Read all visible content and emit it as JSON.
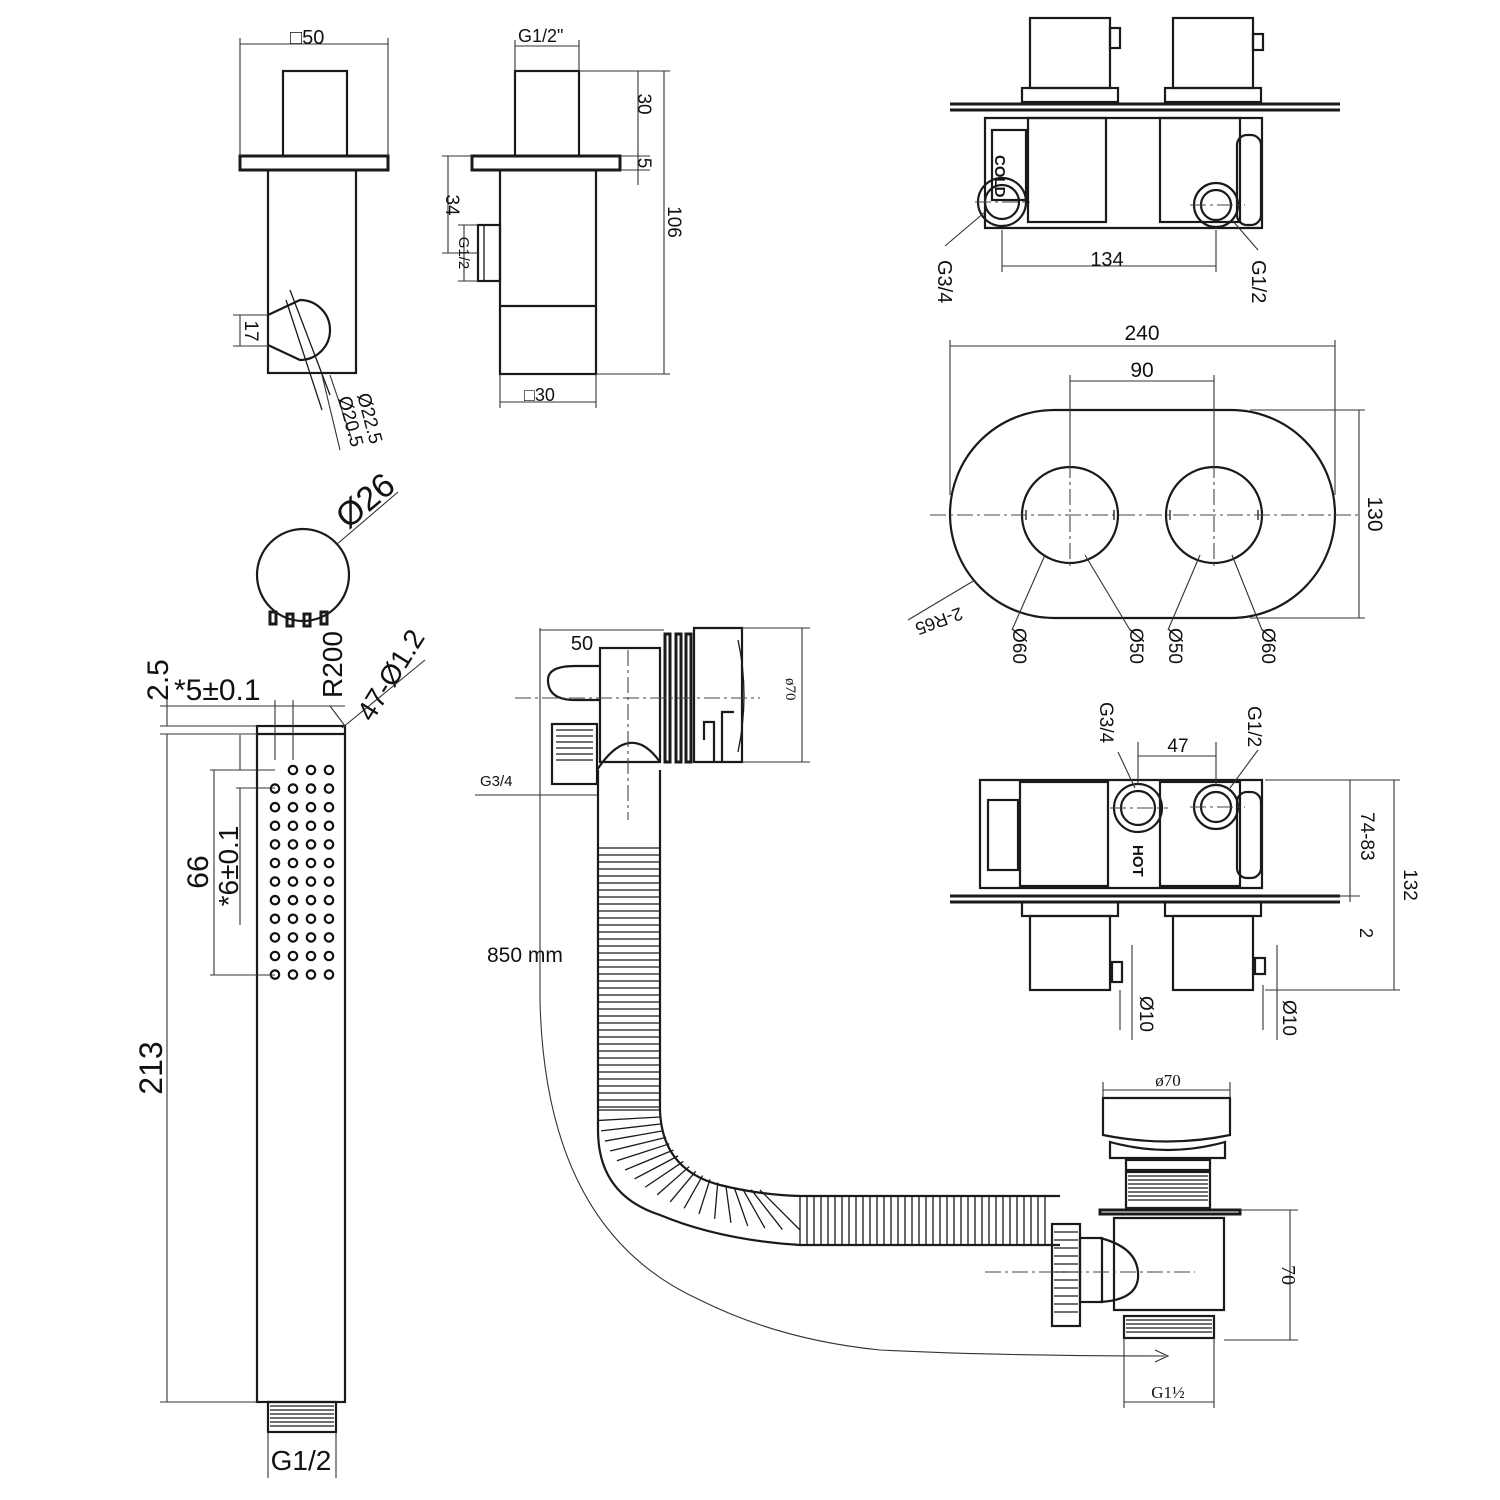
{
  "labels": {
    "bracket_width": "□50",
    "bracket_thread": "G1/2\"",
    "bracket_top_height": "30",
    "bracket_flange": "5",
    "bracket_total_height": "106",
    "bracket_outlet_height": "34",
    "bracket_outlet_thread": "G1/2",
    "bracket_holder_height": "17",
    "bracket_holder_outer": "Ø22.5",
    "bracket_holder_inner": "Ø20.5",
    "bracket_body": "□30",
    "head_diameter": "Ø26",
    "handset_top": "2.5",
    "nozzle_pitch_x": "*5±0.1",
    "handset_radius": "R200",
    "nozzle_count": "47-Ø1.2",
    "nozzle_field": "66",
    "nozzle_pitch_y": "*6±0.1",
    "handset_length": "213",
    "handset_thread": "G1/2",
    "valve_cold_inlet": "G3/4",
    "valve_centres_top": "134",
    "valve_hot_inlet": "G1/2",
    "valve_cold_word": "COLD",
    "plate_width": "240",
    "plate_knob_pitch": "90",
    "plate_height": "130",
    "plate_radius": "2-R65",
    "knob_left_outer": "Ø60",
    "knob_left_inner": "Ø50",
    "knob_right_inner": "Ø50",
    "knob_right_outer": "Ø60",
    "filler_offset": "50",
    "filler_diameter": "ø70",
    "filler_inlet": "G3/4",
    "hose_length": "850 mm",
    "valve_side_inlet_a": "G3/4",
    "valve_side_pitch": "47",
    "valve_side_inlet_b": "G1/2",
    "valve_depth": "74-83",
    "valve_side_height": "132",
    "valve_plate": "2",
    "valve_hot_word": "HOT",
    "spindle_left": "Ø10",
    "spindle_right": "Ø10",
    "waste_cap": "ø70",
    "waste_height": "70",
    "waste_thread": "G1½"
  }
}
